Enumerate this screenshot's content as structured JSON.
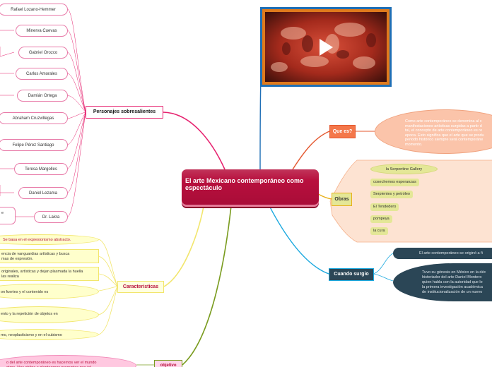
{
  "central": {
    "title": "El arte Mexicano contemporáneo como espectáculo"
  },
  "personajes": {
    "label": "Personajes sobresalientes",
    "items": [
      "Rafael Lozano-Hemmer",
      "Minerva Cuevas",
      "Gabriel Orozco",
      "Carlos Amorales",
      "Damián Ortega",
      "Abraham Cruzvillegas",
      "Felipe Pérez Santiago",
      "Teresa Margolles",
      "Daniel Lezama",
      "Dr. Lakra"
    ],
    "stub_text": "e"
  },
  "caracteristicas": {
    "label": "Caracteristicas",
    "items": [
      "Se basa en el expresionismo abstracto.",
      "encia de vanguardias artísticas y busca|mas de expresión.",
      "originales, artísticas y dejan plasmada la huella|las realiza",
      "on fuertes y el contenido es",
      "ento y la repetición de objetos en",
      "mo, neoplasticismo y en el cubismo"
    ]
  },
  "objetivo": {
    "label": "objetivo",
    "text": "o del arte contemporáneo es hacernos ver el mundo|otras. Nos obliga a plantearnos preguntas que tal"
  },
  "que_es": {
    "label": "Que es?",
    "text": "Como arte contemporáneo se denomina al c|manifestaciones artísticas surgidas a partir d|tal, el concepto de arte contemporáneo es re|epoca. Esto significa que el arte que se produ|periodo histórico siempre será contemporáne|momento."
  },
  "obras": {
    "label": "Obras",
    "items": [
      "la Serpentine Gallery",
      "cosechemos esperanzas",
      "Serpientes y petróleo",
      "El Tendedero",
      "pompeya",
      "la cura"
    ]
  },
  "cuando": {
    "label": "Cuando surgio",
    "line1": "El arte contemporáneo se originó a fi",
    "line2": "Tuvo su génesis en México en la déc|historiador del arte Daniel Montero|quien habla con la autoridad que le|la primera investigación académica|de institucionalización de un nuevo"
  },
  "video": {
    "play_icon": "play-icon"
  },
  "colors": {
    "pink": "#e6226f",
    "central": "#b8103e",
    "orange": "#e4572e",
    "orange_fill": "#fbc4aa",
    "obras_fill": "#fde3d2",
    "yellow": "#f2e66d",
    "olive": "#7a9c1f",
    "blue": "#1f6fb6",
    "cyan": "#1ca9df",
    "dark": "#2b4656"
  }
}
